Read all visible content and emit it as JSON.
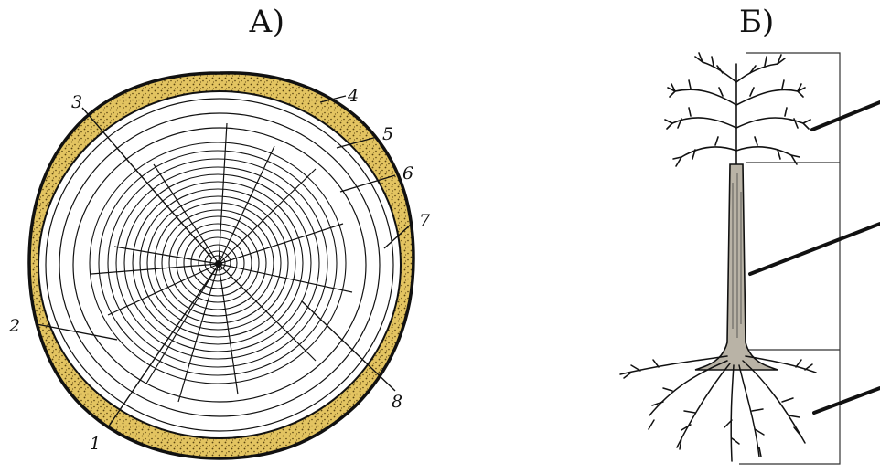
{
  "panels": {
    "a": {
      "title": "А)",
      "labels": [
        "1",
        "2",
        "3",
        "4",
        "5",
        "6",
        "7",
        "8"
      ]
    },
    "b": {
      "title": "Б)"
    }
  }
}
